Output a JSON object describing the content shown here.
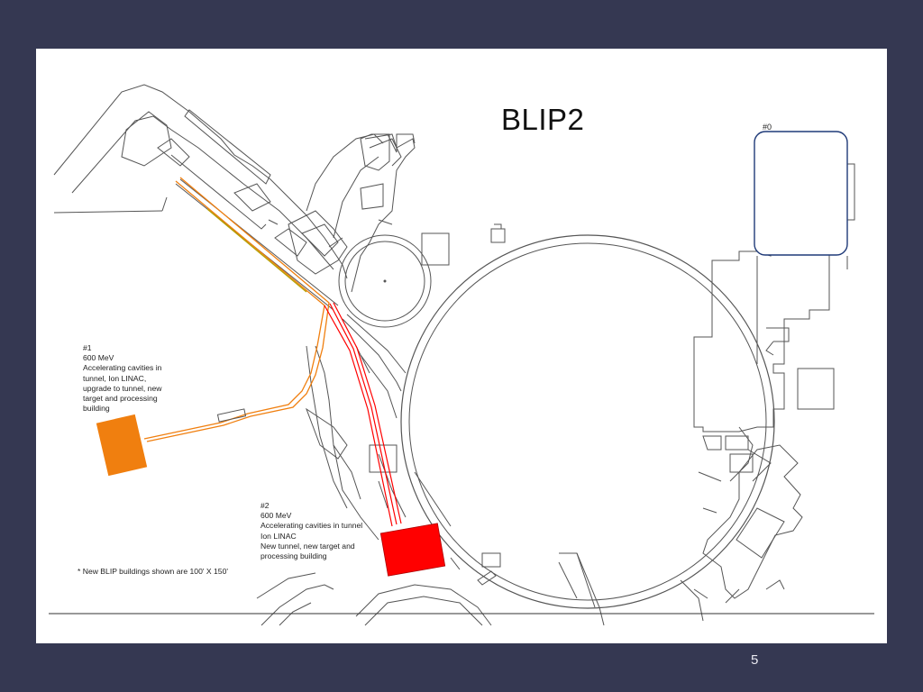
{
  "slide": {
    "title": "BLIP2",
    "page_number": "5"
  },
  "option0": {
    "label": "#0"
  },
  "option1": {
    "lines": [
      "#1",
      "600 MeV",
      "Accelerating cavities in",
      "tunnel, Ion LINAC,",
      "upgrade to tunnel, new",
      "target and processing",
      "building"
    ],
    "color": "#f07f0f"
  },
  "option2": {
    "lines": [
      "#2",
      "600 MeV",
      "Accelerating cavities in tunnel",
      "Ion LINAC",
      "New tunnel, new target and",
      "processing building"
    ],
    "color": "#ff0000"
  },
  "footnote": "* New BLIP buildings shown are 100' X 150'",
  "colors": {
    "background": "#353852",
    "slide": "#ffffff",
    "map_lines": "#555555",
    "building0": "#1f3a78"
  }
}
